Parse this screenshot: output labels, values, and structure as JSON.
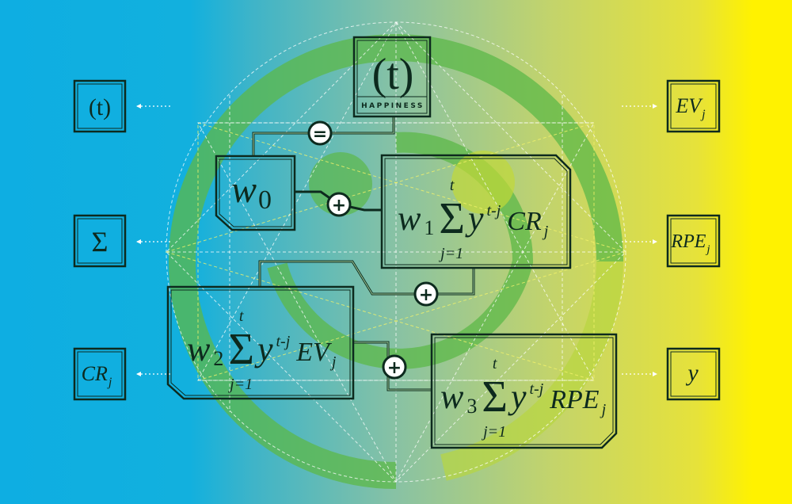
{
  "colors": {
    "left": "#0eaee2",
    "right": "#fff200",
    "spiral": "#5cb848",
    "ink": "#0d2a1e"
  },
  "center": {
    "title": "(t)",
    "label": "HAPPINESS"
  },
  "left_boxes": [
    {
      "text": "(t)"
    },
    {
      "text": "Σ"
    },
    {
      "main": "CR",
      "sub": "j"
    }
  ],
  "right_boxes": [
    {
      "main": "EV",
      "sub": "j"
    },
    {
      "main": "RPE",
      "sub": "j"
    },
    {
      "text": "y"
    }
  ],
  "operators": {
    "equals": "=",
    "plus": "+"
  },
  "terms": {
    "w0": {
      "w": "w",
      "idx": "0"
    },
    "w1": {
      "w": "w",
      "idx": "1",
      "sum": "Σ",
      "upper": "t",
      "lower": "j=1",
      "base": "y",
      "exp": "t-j",
      "var": "CR",
      "sub": "j"
    },
    "w2": {
      "w": "w",
      "idx": "2",
      "sum": "Σ",
      "upper": "t",
      "lower": "j=1",
      "base": "y",
      "exp": "t-j",
      "var": "EV",
      "sub": "j"
    },
    "w3": {
      "w": "w",
      "idx": "3",
      "sum": "Σ",
      "upper": "t",
      "lower": "j=1",
      "base": "y",
      "exp": "t-j",
      "var": "RPE",
      "sub": "j"
    }
  }
}
